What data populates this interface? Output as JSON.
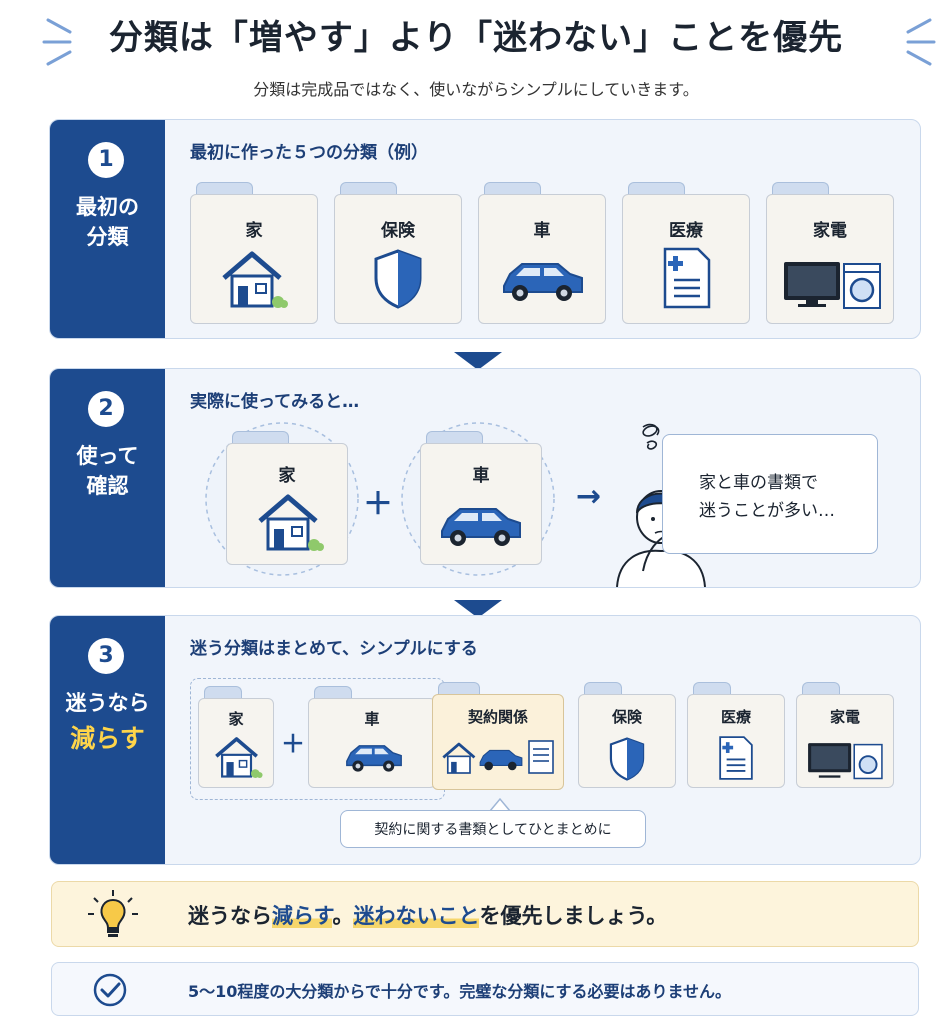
{
  "header": {
    "title": "分類は「増やす」より「迷わない」ことを優先",
    "subtitle": "分類は完成品ではなく、使いながらシンプルにしていきます。"
  },
  "step1": {
    "number": "1",
    "side_label": "最初の\n分類",
    "title": "最初に作った５つの分類（例）",
    "folders": [
      "家",
      "保険",
      "車",
      "医療",
      "家電"
    ]
  },
  "step2": {
    "number": "2",
    "side_label": "使って\n確認",
    "title": "実際に使ってみると…",
    "folders": [
      "家",
      "車"
    ],
    "plus": "＋",
    "arrow": "→",
    "speech": "家と車の書類で\n迷うことが多い…"
  },
  "step3": {
    "number": "3",
    "side_label_1": "迷うなら",
    "side_label_2": "減らす",
    "title": "迷う分類はまとめて、シンプルにする",
    "merge_folders": [
      "家",
      "車"
    ],
    "plus": "＋",
    "arrow": "→",
    "merged_folder": "契約関係",
    "other_folders": [
      "保険",
      "医療",
      "家電"
    ],
    "caption": "契約に関する書類としてひとまとめに"
  },
  "tip": {
    "part1": "迷うなら",
    "part2": "減らす",
    "part3": "。",
    "part4": "迷わないこと",
    "part5": "を優先しましょう。"
  },
  "note": {
    "text": "5〜10程度の大分類からで十分です。完璧な分類にする必要はありません。"
  },
  "colors": {
    "navy": "#1d4b8f",
    "accent_yellow": "#ffd54a",
    "tip_bg": "#fdf4dc"
  },
  "icons": [
    "house-icon",
    "shield-icon",
    "car-icon",
    "medical-document-icon",
    "appliances-icon",
    "confused-person-icon",
    "lightbulb-icon",
    "check-circle-icon"
  ]
}
